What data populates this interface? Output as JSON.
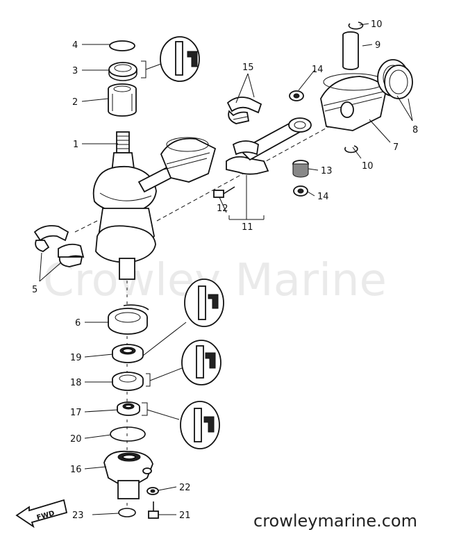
{
  "watermark": "Crowley Marine",
  "site_url": "crowleymarine.com",
  "fwd_label": "FWD",
  "callouts": {
    "p1": "1",
    "p2": "2",
    "p3": "3",
    "p4": "4",
    "p5": "5",
    "p6": "6",
    "p7": "7",
    "p8": "8",
    "p9": "9",
    "p10a": "10",
    "p10b": "10",
    "p11": "11",
    "p12": "12",
    "p13": "13",
    "p14a": "14",
    "p14b": "14",
    "p15": "15",
    "p16": "16",
    "p17": "17",
    "p18": "18",
    "p19": "19",
    "p20": "20",
    "p21": "21",
    "p22": "22",
    "p23": "23"
  }
}
